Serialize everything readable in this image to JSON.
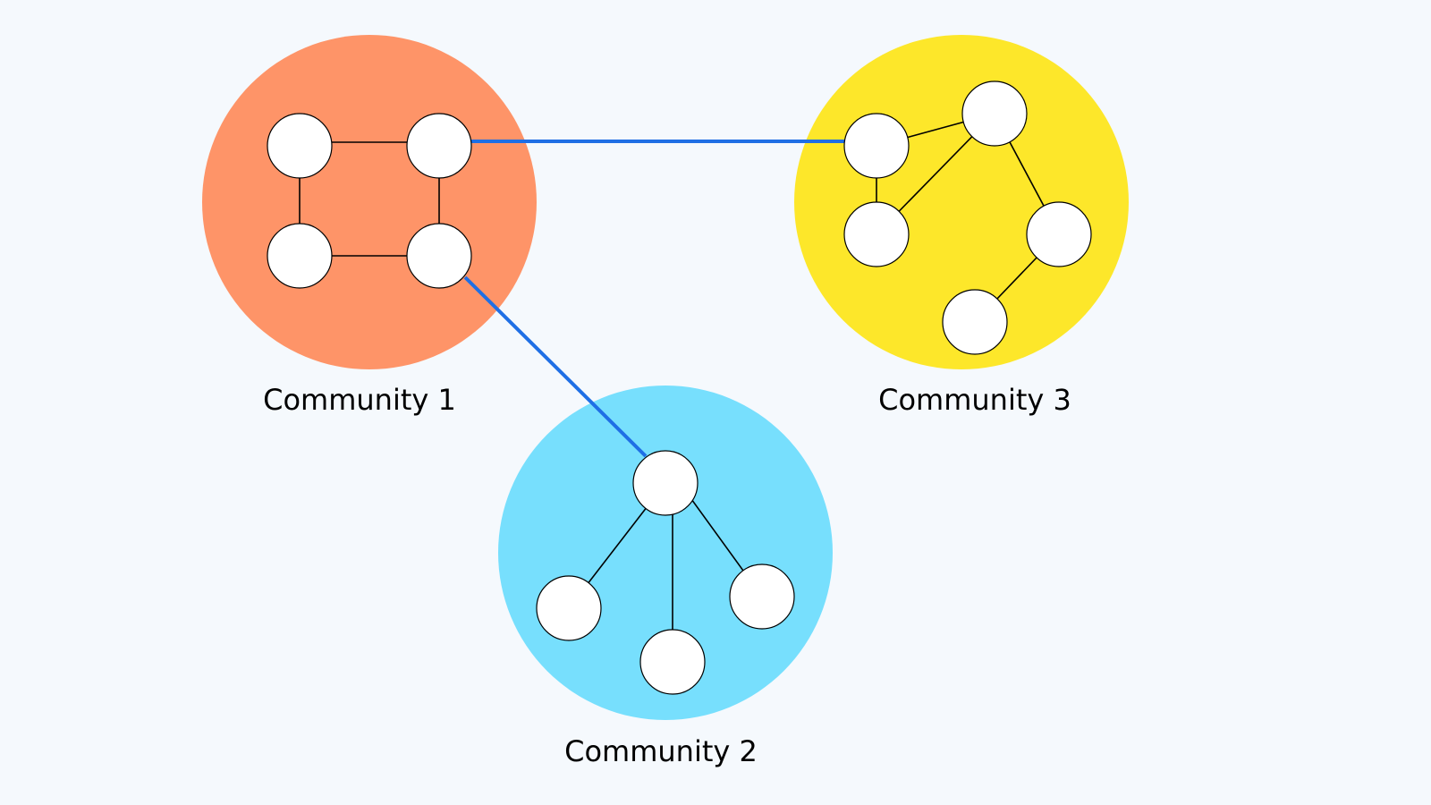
{
  "communities": [
    {
      "id": "c1",
      "label": "Community 1",
      "color": "#fe9468"
    },
    {
      "id": "c2",
      "label": "Community 2",
      "color": "#77dffd"
    },
    {
      "id": "c3",
      "label": "Community 3",
      "color": "#fde72a"
    }
  ],
  "colors": {
    "background": "#f5f9fd",
    "node_fill": "#ffffff",
    "edge": "#000000",
    "bridge_edge": "#1f6fe5"
  }
}
